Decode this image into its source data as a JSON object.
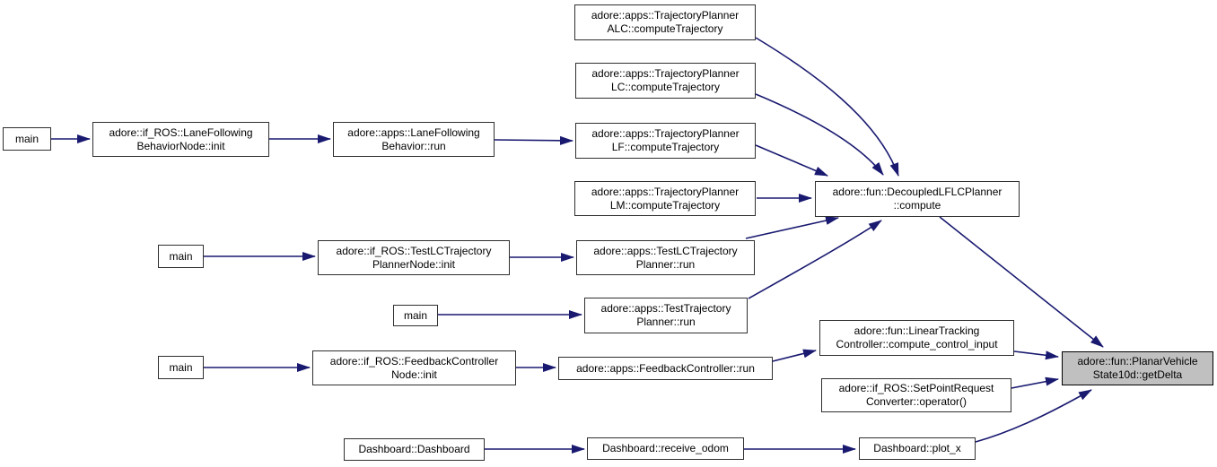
{
  "theme": {
    "edge_color": "#191970",
    "box_border": "#2f2f2f",
    "box_fill": "#ffffff",
    "highlight_fill": "#c0c0c0",
    "text_color": "#000000",
    "background": "#ffffff"
  },
  "graph": {
    "type": "call-graph",
    "highlighted_node": "adore::fun::PlanarVehicle\nState10d::getDelta",
    "nodes": [
      {
        "id": "main-1",
        "label": "main"
      },
      {
        "id": "lane-following-behavior-node-init",
        "label": "adore::if_ROS::LaneFollowing\nBehaviorNode::init"
      },
      {
        "id": "lane-following-behavior-run",
        "label": "adore::apps::LaneFollowing\nBehavior::run"
      },
      {
        "id": "trajectory-planner-alc-compute-trajectory",
        "label": "adore::apps::TrajectoryPlanner\nALC::computeTrajectory"
      },
      {
        "id": "trajectory-planner-lc-compute-trajectory",
        "label": "adore::apps::TrajectoryPlanner\nLC::computeTrajectory"
      },
      {
        "id": "trajectory-planner-lf-compute-trajectory",
        "label": "adore::apps::TrajectoryPlanner\nLF::computeTrajectory"
      },
      {
        "id": "trajectory-planner-lm-compute-trajectory",
        "label": "adore::apps::TrajectoryPlanner\nLM::computeTrajectory"
      },
      {
        "id": "decoupled-lflc-planner-compute",
        "label": "adore::fun::DecoupledLFLCPlanner\n::compute"
      },
      {
        "id": "main-2",
        "label": "main"
      },
      {
        "id": "test-lc-trajectory-planner-node-init",
        "label": "adore::if_ROS::TestLCTrajectory\nPlannerNode::init"
      },
      {
        "id": "test-lc-trajectory-planner-run",
        "label": "adore::apps::TestLCTrajectory\nPlanner::run"
      },
      {
        "id": "main-3",
        "label": "main"
      },
      {
        "id": "test-trajectory-planner-run",
        "label": "adore::apps::TestTrajectory\nPlanner::run"
      },
      {
        "id": "main-4",
        "label": "main"
      },
      {
        "id": "feedback-controller-node-init",
        "label": "adore::if_ROS::FeedbackController\nNode::init"
      },
      {
        "id": "feedback-controller-run",
        "label": "adore::apps::FeedbackController::run"
      },
      {
        "id": "linear-tracking-controller-compute-control-input",
        "label": "adore::fun::LinearTracking\nController::compute_control_input"
      },
      {
        "id": "set-point-request-converter-operator",
        "label": "adore::if_ROS::SetPointRequest\nConverter::operator()"
      },
      {
        "id": "dashboard-dashboard",
        "label": "Dashboard::Dashboard"
      },
      {
        "id": "dashboard-receive-odom",
        "label": "Dashboard::receive_odom"
      },
      {
        "id": "dashboard-plot-x",
        "label": "Dashboard::plot_x"
      },
      {
        "id": "planar-vehicle-state10d-get-delta",
        "label": "adore::fun::PlanarVehicle\nState10d::getDelta"
      }
    ]
  }
}
